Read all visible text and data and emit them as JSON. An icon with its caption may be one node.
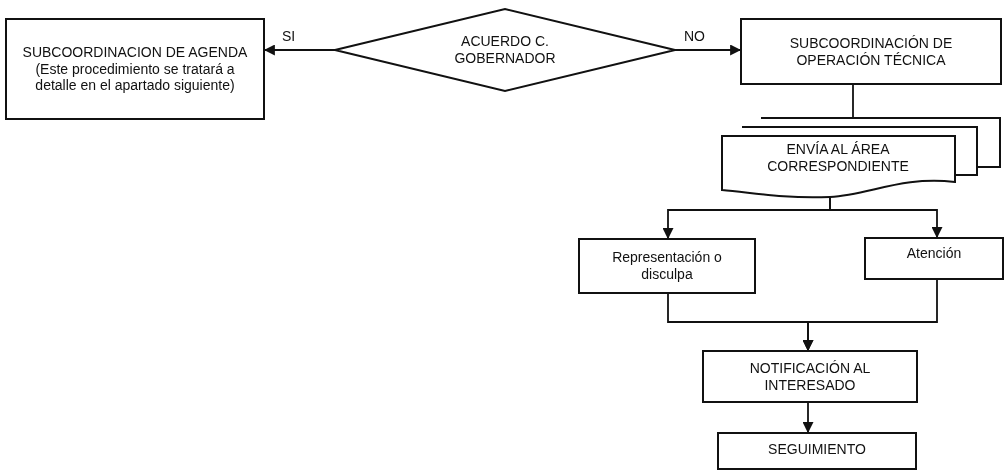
{
  "diagram": {
    "nodes": [
      {
        "text": [
          "SUBCOORDINACION DE AGENDA (Este procedimiento se tratará a detalle en el apartado siguiente)"
        ]
      },
      {
        "text": [
          "ACUERDO C. GOBERNADOR"
        ]
      },
      {
        "text": [
          "SUBCOORDINACIÓN DE OPERACIÓN TÉCNICA"
        ]
      },
      {
        "text": [
          "ENVÍA AL ÁREA CORRESPONDIENTE"
        ]
      },
      {
        "text": [
          "Representación o disculpa"
        ]
      },
      {
        "text": [
          "Atención"
        ]
      },
      {
        "text": [
          "NOTIFICACIÓN AL INTERESADO"
        ]
      },
      {
        "text": [
          "SEGUIMIENTO"
        ]
      }
    ],
    "edges": [
      {
        "from": 1,
        "to": 0,
        "arrow": "to",
        "label": "SI"
      },
      {
        "from": 1,
        "to": 2,
        "arrow": "to",
        "label": "NO"
      },
      {
        "from": 2,
        "to": 3,
        "arrow": "to"
      },
      {
        "from": 3,
        "to": 4,
        "arrow": "to"
      },
      {
        "from": 3,
        "to": 5,
        "arrow": "to"
      },
      {
        "from": 4,
        "to": 6,
        "arrow": "to"
      },
      {
        "from": 5,
        "to": 6,
        "arrow": "to"
      },
      {
        "from": 6,
        "to": 7,
        "arrow": "to"
      }
    ]
  }
}
